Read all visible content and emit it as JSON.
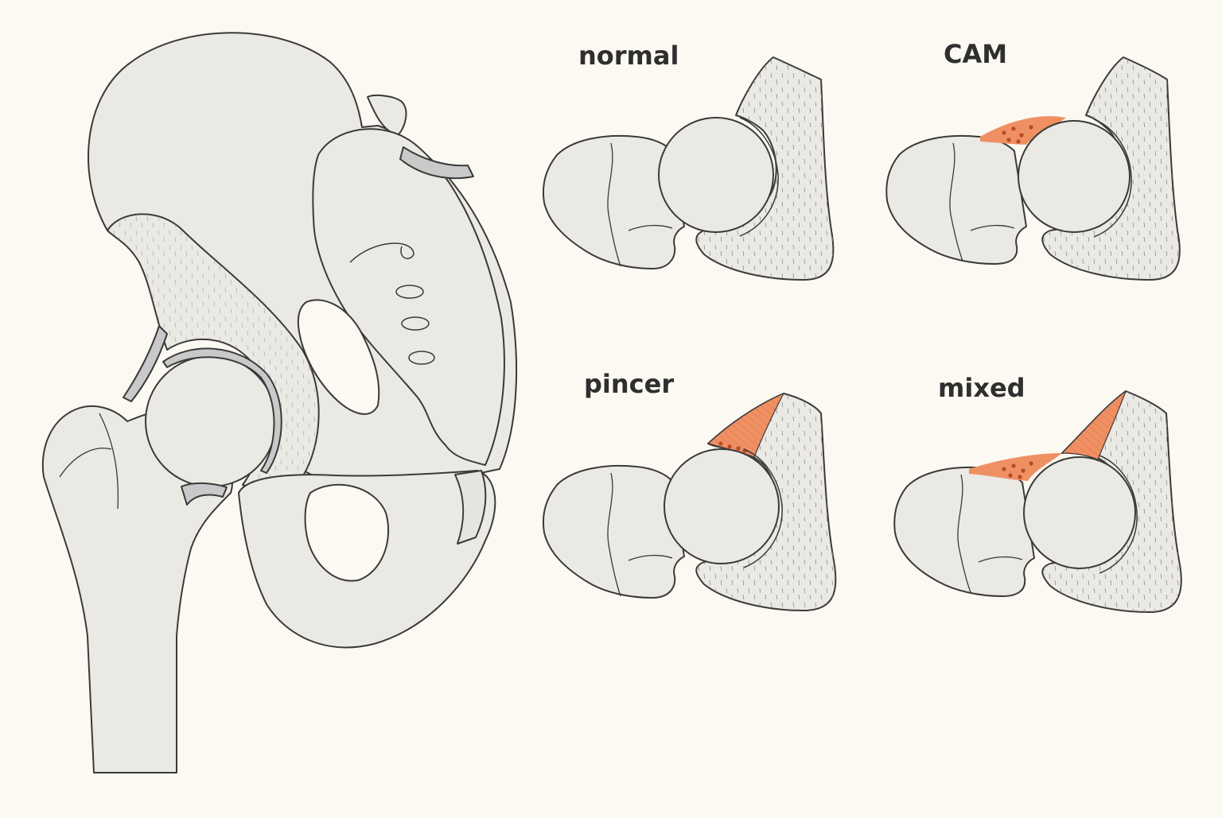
{
  "labels": {
    "normal": "normal",
    "cam": "CAM",
    "pincer": "pincer",
    "mixed": "mixed"
  },
  "colors": {
    "background": "#fcf9f2",
    "bone": "#ebe9e4",
    "outline": "#3a3a3a",
    "cartilage": "#c9c9c9",
    "lesion": "#ef9063",
    "lesion_dots": "#b94a24"
  }
}
